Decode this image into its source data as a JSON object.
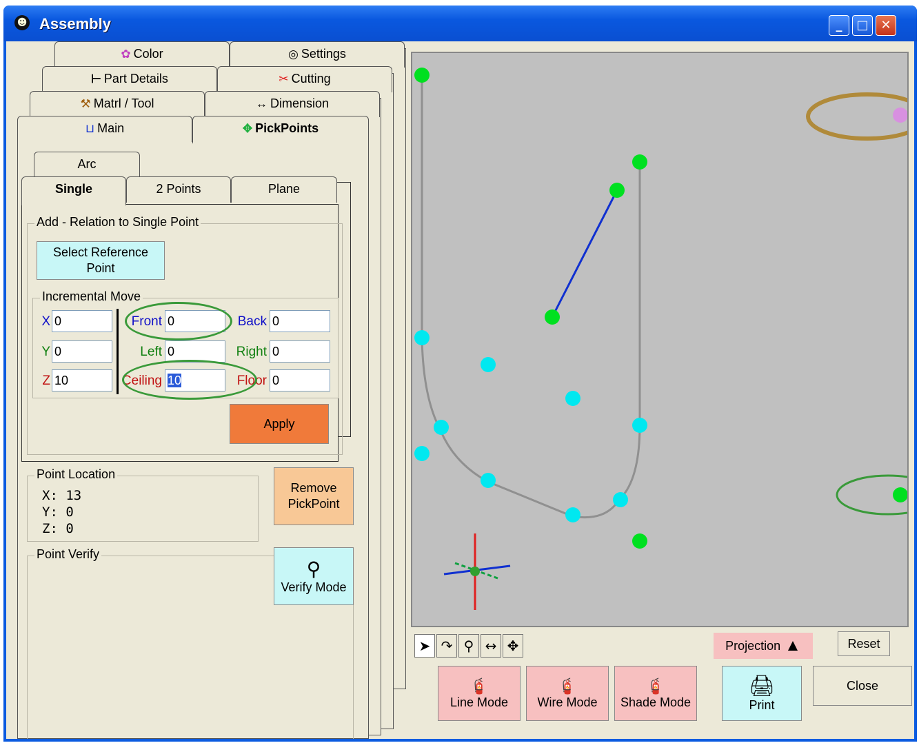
{
  "window": {
    "title": "Assembly",
    "min": "_",
    "max": "□",
    "close": "✕"
  },
  "tabs": {
    "row1": [
      "Color",
      "Settings"
    ],
    "row2": [
      "Part Details",
      "Cutting"
    ],
    "row3": [
      "Matrl / Tool",
      "Dimension"
    ],
    "row4": [
      "Main",
      "PickPoints"
    ]
  },
  "subtabs": {
    "arc": "Arc",
    "single": "Single",
    "two_points": "2 Points",
    "plane": "Plane"
  },
  "add_relation": {
    "title": "Add - Relation to Single Point",
    "select_ref": "Select Reference Point",
    "incremental_title": "Incremental Move",
    "x_label": "X",
    "x_value": "0",
    "y_label": "Y",
    "y_value": "0",
    "z_label": "Z",
    "z_value": "10",
    "front_label": "Front",
    "front_value": "0",
    "back_label": "Back",
    "back_value": "0",
    "left_label": "Left",
    "left_value": "0",
    "right_label": "Right",
    "right_value": "0",
    "ceiling_label": "Ceiling",
    "ceiling_value": "10",
    "floor_label": "Floor",
    "floor_value": "0",
    "apply": "Apply"
  },
  "point_location": {
    "title": "Point Location",
    "x": "X: 13",
    "y": "Y: 0",
    "z": "Z: 0",
    "remove": "Remove PickPoint"
  },
  "point_verify": {
    "title": "Point Verify",
    "verify": "Verify Mode"
  },
  "toolbar": {
    "projection": "Projection",
    "reset": "Reset",
    "close": "Close",
    "line_mode": "Line Mode",
    "wire_mode": "Wire Mode",
    "shade_mode": "Shade Mode",
    "print": "Print"
  },
  "colors": {
    "green_point": "#00e020",
    "cyan_point": "#00e8f0",
    "violet_point": "#d890e0",
    "line": "#1030d0",
    "outline": "#909090"
  }
}
